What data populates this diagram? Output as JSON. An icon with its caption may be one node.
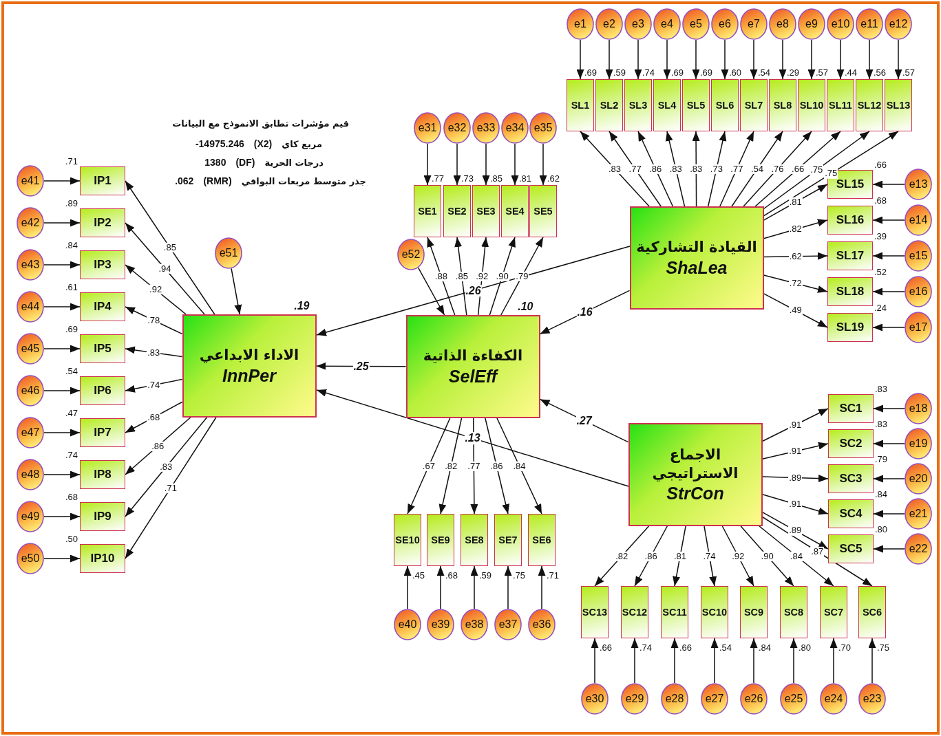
{
  "diagram": {
    "nodes": [
      {
        "text": [
          "الاداء الابداعي",
          "InnPer"
        ],
        "beside": [
          ".19"
        ]
      },
      {
        "text": [
          "الكفاءة الذاتية",
          "SelEff"
        ],
        "beside": [
          ".10"
        ]
      },
      {
        "text": [
          "القيادة التشاركية",
          "ShaLea"
        ]
      },
      {
        "text": [
          "الاجماع الاستراتيجي",
          "StrCon"
        ]
      },
      {
        "text": [
          "e51"
        ]
      },
      {
        "text": [
          "e52"
        ]
      },
      {
        "text": [
          "IP1"
        ],
        "beside": [
          ".71"
        ]
      },
      {
        "text": [
          "IP2"
        ],
        "beside": [
          ".89"
        ]
      },
      {
        "text": [
          "IP3"
        ],
        "beside": [
          ".84"
        ]
      },
      {
        "text": [
          "IP4"
        ],
        "beside": [
          ".61"
        ]
      },
      {
        "text": [
          "IP5"
        ],
        "beside": [
          ".69"
        ]
      },
      {
        "text": [
          "IP6"
        ],
        "beside": [
          ".54"
        ]
      },
      {
        "text": [
          "IP7"
        ],
        "beside": [
          ".47"
        ]
      },
      {
        "text": [
          "IP8"
        ],
        "beside": [
          ".74"
        ]
      },
      {
        "text": [
          "IP9"
        ],
        "beside": [
          ".68"
        ]
      },
      {
        "text": [
          "IP10"
        ],
        "beside": [
          ".50"
        ]
      },
      {
        "text": [
          "e41"
        ]
      },
      {
        "text": [
          "e42"
        ]
      },
      {
        "text": [
          "e43"
        ]
      },
      {
        "text": [
          "e44"
        ]
      },
      {
        "text": [
          "e45"
        ]
      },
      {
        "text": [
          "e46"
        ]
      },
      {
        "text": [
          "e47"
        ]
      },
      {
        "text": [
          "e48"
        ]
      },
      {
        "text": [
          "e49"
        ]
      },
      {
        "text": [
          "e50"
        ]
      },
      {
        "text": [
          "SE1"
        ],
        "beside": [
          ".77"
        ]
      },
      {
        "text": [
          "SE2"
        ],
        "beside": [
          ".73"
        ]
      },
      {
        "text": [
          "SE3"
        ],
        "beside": [
          ".85"
        ]
      },
      {
        "text": [
          "SE4"
        ],
        "beside": [
          ".81"
        ]
      },
      {
        "text": [
          "SE5"
        ],
        "beside": [
          ".62"
        ]
      },
      {
        "text": [
          "e31"
        ]
      },
      {
        "text": [
          "e32"
        ]
      },
      {
        "text": [
          "e33"
        ]
      },
      {
        "text": [
          "e34"
        ]
      },
      {
        "text": [
          "e35"
        ]
      },
      {
        "text": [
          "SE10"
        ],
        "beside": [
          ".45"
        ]
      },
      {
        "text": [
          "SE9"
        ],
        "beside": [
          ".68"
        ]
      },
      {
        "text": [
          "SE8"
        ],
        "beside": [
          ".59"
        ]
      },
      {
        "text": [
          "SE7"
        ],
        "beside": [
          ".75"
        ]
      },
      {
        "text": [
          "SE6"
        ],
        "beside": [
          ".71"
        ]
      },
      {
        "text": [
          "e40"
        ]
      },
      {
        "text": [
          "e39"
        ]
      },
      {
        "text": [
          "e38"
        ]
      },
      {
        "text": [
          "e37"
        ]
      },
      {
        "text": [
          "e36"
        ]
      },
      {
        "text": [
          "SL1"
        ],
        "beside": [
          ".69"
        ]
      },
      {
        "text": [
          "SL2"
        ],
        "beside": [
          ".59"
        ]
      },
      {
        "text": [
          "SL3"
        ],
        "beside": [
          ".74"
        ]
      },
      {
        "text": [
          "SL4"
        ],
        "beside": [
          ".69"
        ]
      },
      {
        "text": [
          "SL5"
        ],
        "beside": [
          ".69"
        ]
      },
      {
        "text": [
          "SL6"
        ],
        "beside": [
          ".60"
        ]
      },
      {
        "text": [
          "SL7"
        ],
        "beside": [
          ".54"
        ]
      },
      {
        "text": [
          "SL8"
        ],
        "beside": [
          ".29"
        ]
      },
      {
        "text": [
          "SL10"
        ],
        "beside": [
          ".57"
        ]
      },
      {
        "text": [
          "SL11"
        ],
        "beside": [
          ".44"
        ]
      },
      {
        "text": [
          "SL12"
        ],
        "beside": [
          ".56"
        ]
      },
      {
        "text": [
          "SL13"
        ],
        "beside": [
          ".57"
        ]
      },
      {
        "text": [
          "e1"
        ]
      },
      {
        "text": [
          "e2"
        ]
      },
      {
        "text": [
          "e3"
        ]
      },
      {
        "text": [
          "e4"
        ]
      },
      {
        "text": [
          "e5"
        ]
      },
      {
        "text": [
          "e6"
        ]
      },
      {
        "text": [
          "e7"
        ]
      },
      {
        "text": [
          "e8"
        ]
      },
      {
        "text": [
          "e9"
        ]
      },
      {
        "text": [
          "e10"
        ]
      },
      {
        "text": [
          "e11"
        ]
      },
      {
        "text": [
          "e12"
        ]
      },
      {
        "text": [
          "SL15"
        ],
        "beside": [
          ".66"
        ]
      },
      {
        "text": [
          "SL16"
        ],
        "beside": [
          ".68"
        ]
      },
      {
        "text": [
          "SL17"
        ],
        "beside": [
          ".39"
        ]
      },
      {
        "text": [
          "SL18"
        ],
        "beside": [
          ".52"
        ]
      },
      {
        "text": [
          "SL19"
        ],
        "beside": [
          ".24"
        ]
      },
      {
        "text": [
          "e13"
        ]
      },
      {
        "text": [
          "e14"
        ]
      },
      {
        "text": [
          "e15"
        ]
      },
      {
        "text": [
          "e16"
        ]
      },
      {
        "text": [
          "e17"
        ]
      },
      {
        "text": [
          "SC1"
        ],
        "beside": [
          ".83"
        ]
      },
      {
        "text": [
          "SC2"
        ],
        "beside": [
          ".83"
        ]
      },
      {
        "text": [
          "SC3"
        ],
        "beside": [
          ".79"
        ]
      },
      {
        "text": [
          "SC4"
        ],
        "beside": [
          ".84"
        ]
      },
      {
        "text": [
          "SC5"
        ],
        "beside": [
          ".80"
        ]
      },
      {
        "text": [
          "e18"
        ]
      },
      {
        "text": [
          "e19"
        ]
      },
      {
        "text": [
          "e20"
        ]
      },
      {
        "text": [
          "e21"
        ]
      },
      {
        "text": [
          "e22"
        ]
      },
      {
        "text": [
          "SC13"
        ],
        "beside": [
          ".66"
        ]
      },
      {
        "text": [
          "SC12"
        ],
        "beside": [
          ".74"
        ]
      },
      {
        "text": [
          "SC11"
        ],
        "beside": [
          ".66"
        ]
      },
      {
        "text": [
          "SC10"
        ],
        "beside": [
          ".54"
        ]
      },
      {
        "text": [
          "SC9"
        ],
        "beside": [
          ".84"
        ]
      },
      {
        "text": [
          "SC8"
        ],
        "beside": [
          ".80"
        ]
      },
      {
        "text": [
          "SC7"
        ],
        "beside": [
          ".70"
        ]
      },
      {
        "text": [
          "SC6"
        ],
        "beside": [
          ".75"
        ]
      },
      {
        "text": [
          "e30"
        ]
      },
      {
        "text": [
          "e29"
        ]
      },
      {
        "text": [
          "e28"
        ]
      },
      {
        "text": [
          "e27"
        ]
      },
      {
        "text": [
          "e26"
        ]
      },
      {
        "text": [
          "e25"
        ]
      },
      {
        "text": [
          "e24"
        ]
      },
      {
        "text": [
          "e23"
        ]
      }
    ],
    "edges": [
      {
        "from": 2,
        "to": 0,
        "arrow": "to",
        "label": ".26"
      },
      {
        "from": 1,
        "to": 0,
        "arrow": "to",
        "label": ".25"
      },
      {
        "from": 3,
        "to": 0,
        "arrow": "to",
        "label": ".13"
      },
      {
        "from": 2,
        "to": 1,
        "arrow": "to",
        "label": ".16"
      },
      {
        "from": 3,
        "to": 1,
        "arrow": "to",
        "label": ".27"
      },
      {
        "from": 4,
        "to": 0,
        "arrow": "to"
      },
      {
        "from": 5,
        "to": 1,
        "arrow": "to"
      },
      {
        "from": 0,
        "to": 6,
        "arrow": "to",
        "label": ".85"
      },
      {
        "from": 16,
        "to": 6,
        "arrow": "to"
      },
      {
        "from": 0,
        "to": 7,
        "arrow": "to",
        "label": ".94"
      },
      {
        "from": 17,
        "to": 7,
        "arrow": "to"
      },
      {
        "from": 0,
        "to": 8,
        "arrow": "to",
        "label": ".92"
      },
      {
        "from": 18,
        "to": 8,
        "arrow": "to"
      },
      {
        "from": 0,
        "to": 9,
        "arrow": "to",
        "label": ".78"
      },
      {
        "from": 19,
        "to": 9,
        "arrow": "to"
      },
      {
        "from": 0,
        "to": 10,
        "arrow": "to",
        "label": ".83"
      },
      {
        "from": 20,
        "to": 10,
        "arrow": "to"
      },
      {
        "from": 0,
        "to": 11,
        "arrow": "to",
        "label": ".74"
      },
      {
        "from": 21,
        "to": 11,
        "arrow": "to"
      },
      {
        "from": 0,
        "to": 12,
        "arrow": "to",
        "label": ".68"
      },
      {
        "from": 22,
        "to": 12,
        "arrow": "to"
      },
      {
        "from": 0,
        "to": 13,
        "arrow": "to",
        "label": ".86"
      },
      {
        "from": 23,
        "to": 13,
        "arrow": "to"
      },
      {
        "from": 0,
        "to": 14,
        "arrow": "to",
        "label": ".83"
      },
      {
        "from": 24,
        "to": 14,
        "arrow": "to"
      },
      {
        "from": 0,
        "to": 15,
        "arrow": "to",
        "label": ".71"
      },
      {
        "from": 25,
        "to": 15,
        "arrow": "to"
      },
      {
        "from": 1,
        "to": 26,
        "arrow": "to",
        "label": ".88"
      },
      {
        "from": 31,
        "to": 26,
        "arrow": "to"
      },
      {
        "from": 1,
        "to": 27,
        "arrow": "to",
        "label": ".85"
      },
      {
        "from": 32,
        "to": 27,
        "arrow": "to"
      },
      {
        "from": 1,
        "to": 28,
        "arrow": "to",
        "label": ".92"
      },
      {
        "from": 33,
        "to": 28,
        "arrow": "to"
      },
      {
        "from": 1,
        "to": 29,
        "arrow": "to",
        "label": ".90"
      },
      {
        "from": 34,
        "to": 29,
        "arrow": "to"
      },
      {
        "from": 1,
        "to": 30,
        "arrow": "to",
        "label": ".79"
      },
      {
        "from": 35,
        "to": 30,
        "arrow": "to"
      },
      {
        "from": 1,
        "to": 36,
        "arrow": "to",
        "label": ".67"
      },
      {
        "from": 41,
        "to": 36,
        "arrow": "to"
      },
      {
        "from": 1,
        "to": 37,
        "arrow": "to",
        "label": ".82"
      },
      {
        "from": 42,
        "to": 37,
        "arrow": "to"
      },
      {
        "from": 1,
        "to": 38,
        "arrow": "to",
        "label": ".77"
      },
      {
        "from": 43,
        "to": 38,
        "arrow": "to"
      },
      {
        "from": 1,
        "to": 39,
        "arrow": "to",
        "label": ".86"
      },
      {
        "from": 44,
        "to": 39,
        "arrow": "to"
      },
      {
        "from": 1,
        "to": 40,
        "arrow": "to",
        "label": ".84"
      },
      {
        "from": 45,
        "to": 40,
        "arrow": "to"
      },
      {
        "from": 2,
        "to": 46,
        "arrow": "to",
        "label": ".83"
      },
      {
        "from": 58,
        "to": 46,
        "arrow": "to"
      },
      {
        "from": 2,
        "to": 47,
        "arrow": "to",
        "label": ".77"
      },
      {
        "from": 59,
        "to": 47,
        "arrow": "to"
      },
      {
        "from": 2,
        "to": 48,
        "arrow": "to",
        "label": ".86"
      },
      {
        "from": 60,
        "to": 48,
        "arrow": "to"
      },
      {
        "from": 2,
        "to": 49,
        "arrow": "to",
        "label": ".83"
      },
      {
        "from": 61,
        "to": 49,
        "arrow": "to"
      },
      {
        "from": 2,
        "to": 50,
        "arrow": "to",
        "label": ".83"
      },
      {
        "from": 62,
        "to": 50,
        "arrow": "to"
      },
      {
        "from": 2,
        "to": 51,
        "arrow": "to",
        "label": ".73"
      },
      {
        "from": 63,
        "to": 51,
        "arrow": "to"
      },
      {
        "from": 2,
        "to": 52,
        "arrow": "to",
        "label": ".77"
      },
      {
        "from": 64,
        "to": 52,
        "arrow": "to"
      },
      {
        "from": 2,
        "to": 53,
        "arrow": "to",
        "label": ".54"
      },
      {
        "from": 65,
        "to": 53,
        "arrow": "to"
      },
      {
        "from": 2,
        "to": 54,
        "arrow": "to",
        "label": ".76"
      },
      {
        "from": 66,
        "to": 54,
        "arrow": "to"
      },
      {
        "from": 2,
        "to": 55,
        "arrow": "to",
        "label": ".66"
      },
      {
        "from": 67,
        "to": 55,
        "arrow": "to"
      },
      {
        "from": 2,
        "to": 56,
        "arrow": "to",
        "label": ".75"
      },
      {
        "from": 68,
        "to": 56,
        "arrow": "to"
      },
      {
        "from": 2,
        "to": 57,
        "arrow": "to",
        "label": ".75"
      },
      {
        "from": 69,
        "to": 57,
        "arrow": "to"
      },
      {
        "from": 2,
        "to": 70,
        "arrow": "to",
        "label": ".81"
      },
      {
        "from": 75,
        "to": 70,
        "arrow": "to"
      },
      {
        "from": 2,
        "to": 71,
        "arrow": "to",
        "label": ".82"
      },
      {
        "from": 76,
        "to": 71,
        "arrow": "to"
      },
      {
        "from": 2,
        "to": 72,
        "arrow": "to",
        "label": ".62"
      },
      {
        "from": 77,
        "to": 72,
        "arrow": "to"
      },
      {
        "from": 2,
        "to": 73,
        "arrow": "to",
        "label": ".72"
      },
      {
        "from": 78,
        "to": 73,
        "arrow": "to"
      },
      {
        "from": 2,
        "to": 74,
        "arrow": "to",
        "label": ".49"
      },
      {
        "from": 79,
        "to": 74,
        "arrow": "to"
      },
      {
        "from": 3,
        "to": 80,
        "arrow": "to",
        "label": ".91"
      },
      {
        "from": 85,
        "to": 80,
        "arrow": "to"
      },
      {
        "from": 3,
        "to": 81,
        "arrow": "to",
        "label": ".91"
      },
      {
        "from": 86,
        "to": 81,
        "arrow": "to"
      },
      {
        "from": 3,
        "to": 82,
        "arrow": "to",
        "label": ".89"
      },
      {
        "from": 87,
        "to": 82,
        "arrow": "to"
      },
      {
        "from": 3,
        "to": 83,
        "arrow": "to",
        "label": ".91"
      },
      {
        "from": 88,
        "to": 83,
        "arrow": "to"
      },
      {
        "from": 3,
        "to": 84,
        "arrow": "to",
        "label": ".89"
      },
      {
        "from": 89,
        "to": 84,
        "arrow": "to"
      },
      {
        "from": 3,
        "to": 90,
        "arrow": "to",
        "label": ".82"
      },
      {
        "from": 98,
        "to": 90,
        "arrow": "to"
      },
      {
        "from": 3,
        "to": 91,
        "arrow": "to",
        "label": ".86"
      },
      {
        "from": 99,
        "to": 91,
        "arrow": "to"
      },
      {
        "from": 3,
        "to": 92,
        "arrow": "to",
        "label": ".81"
      },
      {
        "from": 100,
        "to": 92,
        "arrow": "to"
      },
      {
        "from": 3,
        "to": 93,
        "arrow": "to",
        "label": ".74"
      },
      {
        "from": 101,
        "to": 93,
        "arrow": "to"
      },
      {
        "from": 3,
        "to": 94,
        "arrow": "to",
        "label": ".92"
      },
      {
        "from": 102,
        "to": 94,
        "arrow": "to"
      },
      {
        "from": 3,
        "to": 95,
        "arrow": "to",
        "label": ".90"
      },
      {
        "from": 103,
        "to": 95,
        "arrow": "to"
      },
      {
        "from": 3,
        "to": 96,
        "arrow": "to",
        "label": ".84"
      },
      {
        "from": 104,
        "to": 96,
        "arrow": "to"
      },
      {
        "from": 3,
        "to": 97,
        "arrow": "to",
        "label": ".87"
      },
      {
        "from": 105,
        "to": 97,
        "arrow": "to"
      }
    ],
    "labels": [
      "قيم مؤشرات تطابق الانموذج مع البيانات",
      "مربع كاي",
      "(X2)",
      "-14975.246",
      "درجات الحرية",
      "(DF)",
      "1380",
      "جذر متوسط مربعات البواقي",
      "(RMR)",
      ".062"
    ]
  }
}
